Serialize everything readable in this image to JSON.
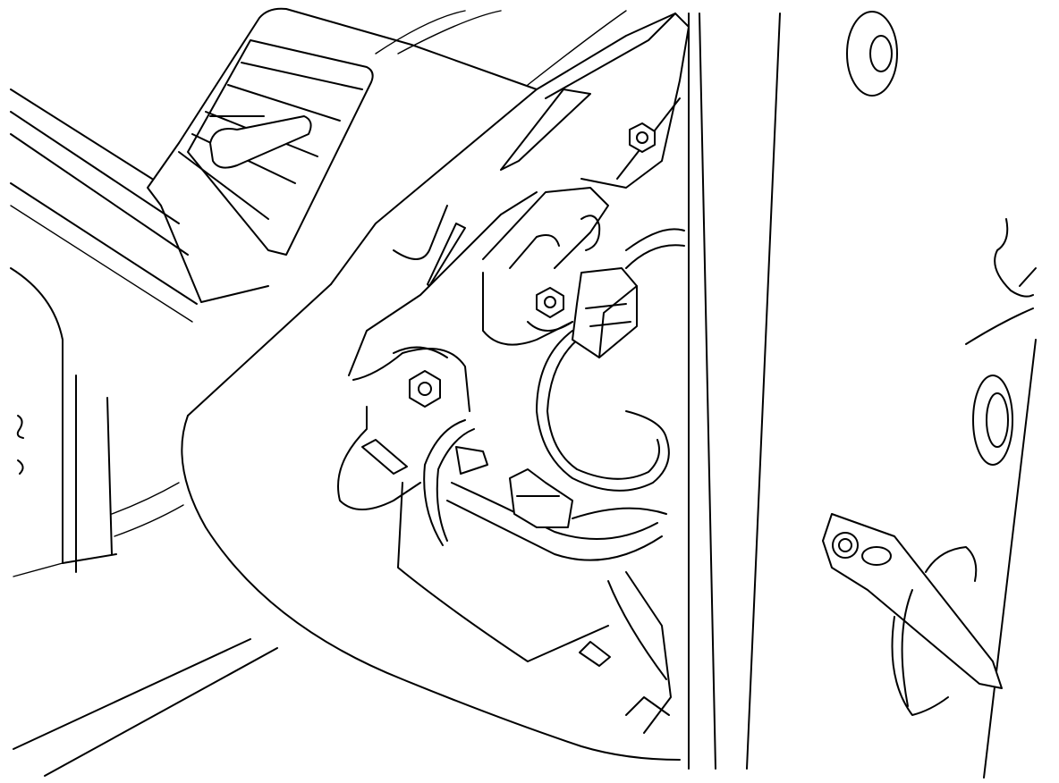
{
  "illustration": {
    "style": "black line drawing on white background",
    "colors": {
      "stroke": "#000000",
      "background": "#ffffff"
    },
    "parts": [
      "dashboard-panel",
      "side-air-vent",
      "dashboard-side-bracket",
      "mounting-bolt",
      "wiring-harness",
      "harness-connector",
      "a-pillar-trim",
      "door-edge",
      "door-check-strap",
      "floor-edge"
    ]
  }
}
